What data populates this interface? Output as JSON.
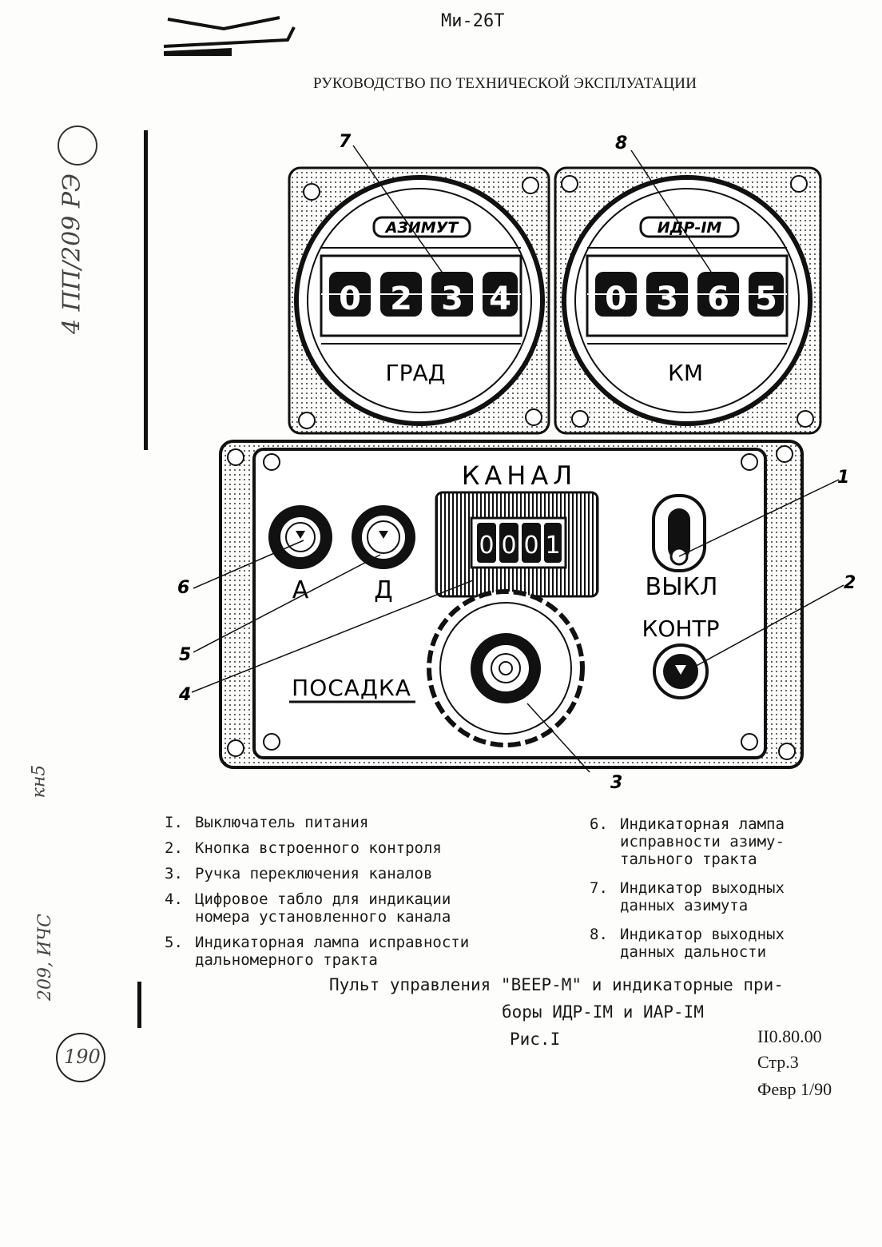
{
  "header": {
    "model": "Ми-26Т",
    "title": "РУКОВОДСТВО ПО ТЕХНИЧЕСКОЙ ЭКСПЛУАТАЦИИ"
  },
  "figure": {
    "azimuth_indicator": {
      "name": "АЗИМУТ",
      "digits": [
        "0",
        "2",
        "3",
        "4"
      ],
      "unit": "ГРАД"
    },
    "range_indicator": {
      "name": "ИДР-IM",
      "digits": [
        "0",
        "3",
        "6",
        "5"
      ],
      "unit": "КМ"
    },
    "panel": {
      "channel_label": "КАНАЛ",
      "channel_digits": [
        "0",
        "0",
        "0",
        "1"
      ],
      "lamp_a_label": "А",
      "lamp_d_label": "Д",
      "switch_label": "ВЫКЛ",
      "test_label": "КОНТР",
      "landing_label": "ПОСАДКА"
    },
    "callouts": [
      "1",
      "2",
      "3",
      "4",
      "5",
      "6",
      "7",
      "8"
    ]
  },
  "legend": {
    "left": [
      {
        "num": "I.",
        "text": "Выключатель питания"
      },
      {
        "num": "2.",
        "text": "Кнопка встроенного контроля"
      },
      {
        "num": "3.",
        "text": "Ручка переключения каналов"
      },
      {
        "num": "4.",
        "text": "Цифровое табло для индикации номера установленного канала"
      },
      {
        "num": "5.",
        "text": "Индикаторная лампа исправности дальномерного тракта"
      }
    ],
    "right": [
      {
        "num": "6.",
        "text": "Индикаторная лампа исправности азиму-тального тракта"
      },
      {
        "num": "7.",
        "text": "Индикатор выходных данных азимута"
      },
      {
        "num": "8.",
        "text": "Индикатор выходных данных дальности"
      }
    ]
  },
  "caption": {
    "line1": "Пульт управления \"ВЕЕР-М\" и индикаторные при-",
    "line2": "боры ИДР-IM и ИАР-IM",
    "fig": "Рис.I"
  },
  "meta": {
    "code": "II0.80.00",
    "page": "Стр.3",
    "date": "Февр 1/90"
  },
  "margin_notes": {
    "vertical": "4 ПП/209 РЭ",
    "note1": "кн5",
    "note2": "209, ИЧС",
    "circle": "190"
  }
}
